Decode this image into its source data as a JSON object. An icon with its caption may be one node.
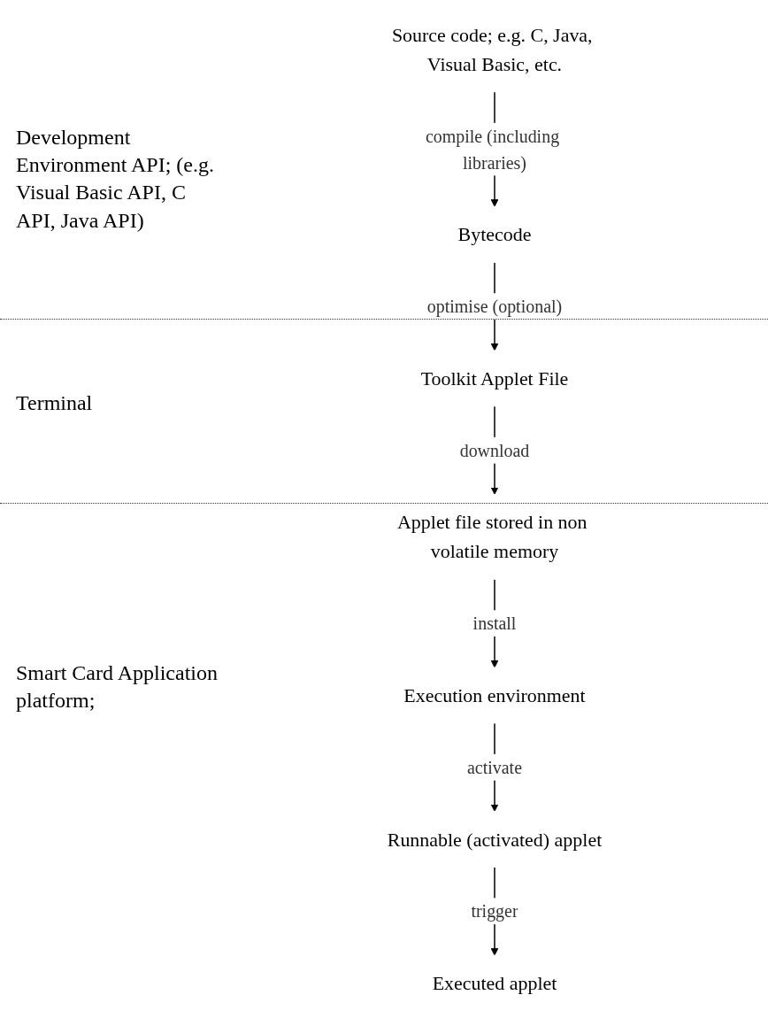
{
  "diagram": {
    "nodes": [
      {
        "text": [
          "Source code; e.g. C, Java, Visual Basic, etc."
        ]
      },
      {
        "text": [
          "Bytecode"
        ]
      },
      {
        "text": [
          "Toolkit Applet File"
        ]
      },
      {
        "text": [
          "Applet file stored in non volatile memory"
        ]
      },
      {
        "text": [
          "Execution environment"
        ]
      },
      {
        "text": [
          "Runnable (activated) applet"
        ]
      },
      {
        "text": [
          "Executed applet"
        ]
      }
    ],
    "edges": [
      {
        "from": 0,
        "to": 1,
        "arrow": "to",
        "label": "compile (including libraries)"
      },
      {
        "from": 1,
        "to": 2,
        "arrow": "to",
        "label": "optimise (optional)"
      },
      {
        "from": 2,
        "to": 3,
        "arrow": "to",
        "label": "download"
      },
      {
        "from": 3,
        "to": 4,
        "arrow": "to",
        "label": "install"
      },
      {
        "from": 4,
        "to": 5,
        "arrow": "to",
        "label": "activate"
      },
      {
        "from": 5,
        "to": 6,
        "arrow": "to",
        "label": "trigger"
      }
    ],
    "labels": [
      "Development Environment API; (e.g. Visual Basic API, C API, Java API)",
      "Terminal",
      "Smart Card Application platform;"
    ]
  }
}
